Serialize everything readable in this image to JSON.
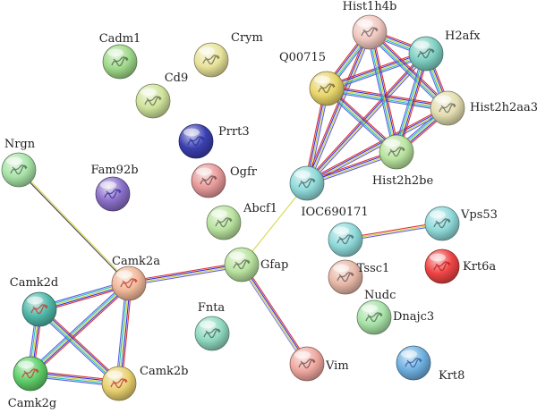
{
  "network": {
    "nodes": [
      {
        "id": "Cadm1",
        "label": "Cadm1",
        "color": "#9fd98a"
      },
      {
        "id": "Crym",
        "label": "Crym",
        "color": "#e8e39a"
      },
      {
        "id": "Cd9",
        "label": "Cd9",
        "color": "#cfe39a"
      },
      {
        "id": "Prrt3",
        "label": "Prrt3",
        "color": "#3b3fb0"
      },
      {
        "id": "Ogfr",
        "label": "Ogfr",
        "color": "#e89a9a"
      },
      {
        "id": "Nrgn",
        "label": "Nrgn",
        "color": "#a8e3a8"
      },
      {
        "id": "Fam92b",
        "label": "Fam92b",
        "color": "#8a6fc8"
      },
      {
        "id": "Abcf1",
        "label": "Abcf1",
        "color": "#b9e39f"
      },
      {
        "id": "IOC690171",
        "label": "IOC690171",
        "color": "#8fd9d9"
      },
      {
        "id": "Hist1h4b",
        "label": "Hist1h4b",
        "color": "#f0c8c0"
      },
      {
        "id": "H2afx",
        "label": "H2afx",
        "color": "#7ecfc2"
      },
      {
        "id": "Q00715",
        "label": "Q00715",
        "color": "#e8d56a"
      },
      {
        "id": "Hist2h2aa3",
        "label": "Hist2h2aa3",
        "color": "#e3ddb0"
      },
      {
        "id": "Hist2h2be",
        "label": "Hist2h2be",
        "color": "#b9e39f"
      },
      {
        "id": "Vps53",
        "label": "Vps53",
        "color": "#8fd9d9"
      },
      {
        "id": "Tssc1",
        "label": "Tssc1",
        "color": "#8fd9d9"
      },
      {
        "id": "Nudc",
        "label": "Nudc",
        "color": "#e8b8a8"
      },
      {
        "id": "Krt6a",
        "label": "Krt6a",
        "color": "#ee4444"
      },
      {
        "id": "Dnajc3",
        "label": "Dnajc3",
        "color": "#a8e3a8"
      },
      {
        "id": "Krt8",
        "label": "Krt8",
        "color": "#6fb0e0"
      },
      {
        "id": "Camk2a",
        "label": "Camk2a",
        "color": "#f0b89a"
      },
      {
        "id": "Gfap",
        "label": "Gfap",
        "color": "#b9e39f"
      },
      {
        "id": "Camk2d",
        "label": "Camk2d",
        "color": "#4fb8a8"
      },
      {
        "id": "Fnta",
        "label": "Fnta",
        "color": "#8fd9c0"
      },
      {
        "id": "Vim",
        "label": "Vim",
        "color": "#f0a8a0"
      },
      {
        "id": "Camk2g",
        "label": "Camk2g",
        "color": "#5fcf6a"
      },
      {
        "id": "Camk2b",
        "label": "Camk2b",
        "color": "#e8d070"
      }
    ],
    "edges": [
      {
        "source": "Nrgn",
        "target": "Camk2a",
        "colors": [
          "#d8d850",
          "#444444"
        ]
      },
      {
        "source": "Camk2a",
        "target": "Gfap",
        "colors": [
          "#e03030",
          "#3030e0",
          "#d0d040",
          "#6060e0"
        ]
      },
      {
        "source": "Gfap",
        "target": "IOC690171",
        "colors": [
          "#d8d850"
        ]
      },
      {
        "source": "Gfap",
        "target": "Vim",
        "colors": [
          "#e03030",
          "#3030e0",
          "#d0d040",
          "#8080e0"
        ]
      },
      {
        "source": "Camk2a",
        "target": "Camk2d",
        "colors": [
          "#e03030",
          "#3030e0",
          "#d0d040",
          "#20c0c0",
          "#6060e0"
        ]
      },
      {
        "source": "Camk2a",
        "target": "Camk2g",
        "colors": [
          "#e03030",
          "#3030e0",
          "#d0d040",
          "#20c0c0",
          "#6060e0"
        ]
      },
      {
        "source": "Camk2a",
        "target": "Camk2b",
        "colors": [
          "#e03030",
          "#3030e0",
          "#d0d040",
          "#20c0c0",
          "#6060e0"
        ]
      },
      {
        "source": "Camk2d",
        "target": "Camk2g",
        "colors": [
          "#e03030",
          "#3030e0",
          "#d0d040",
          "#20c0c0",
          "#6060e0"
        ]
      },
      {
        "source": "Camk2d",
        "target": "Camk2b",
        "colors": [
          "#e03030",
          "#3030e0",
          "#d0d040",
          "#20c0c0",
          "#6060e0"
        ]
      },
      {
        "source": "Camk2g",
        "target": "Camk2b",
        "colors": [
          "#e03030",
          "#3030e0",
          "#d0d040",
          "#20c0c0",
          "#6060e0"
        ]
      },
      {
        "source": "Tssc1",
        "target": "Vps53",
        "colors": [
          "#e03030",
          "#d0d040",
          "#6060e0"
        ]
      },
      {
        "source": "IOC690171",
        "target": "Q00715",
        "colors": [
          "#e03030",
          "#3030e0",
          "#d0d040",
          "#6060e0"
        ]
      },
      {
        "source": "IOC690171",
        "target": "Hist1h4b",
        "colors": [
          "#e03030",
          "#3030e0",
          "#d0d040",
          "#6060e0"
        ]
      },
      {
        "source": "IOC690171",
        "target": "H2afx",
        "colors": [
          "#e03030",
          "#3030e0",
          "#d0d040",
          "#6060e0"
        ]
      },
      {
        "source": "IOC690171",
        "target": "Hist2h2aa3",
        "colors": [
          "#e03030",
          "#3030e0",
          "#d0d040",
          "#6060e0"
        ]
      },
      {
        "source": "IOC690171",
        "target": "Hist2h2be",
        "colors": [
          "#e03030",
          "#3030e0",
          "#d0d040",
          "#6060e0"
        ]
      },
      {
        "source": "Q00715",
        "target": "Hist1h4b",
        "colors": [
          "#e03030",
          "#3030e0",
          "#d0d040",
          "#20c0c0",
          "#6060e0"
        ]
      },
      {
        "source": "Q00715",
        "target": "H2afx",
        "colors": [
          "#e03030",
          "#3030e0",
          "#d0d040",
          "#20c0c0",
          "#6060e0"
        ]
      },
      {
        "source": "Q00715",
        "target": "Hist2h2aa3",
        "colors": [
          "#e03030",
          "#3030e0",
          "#d0d040",
          "#20c0c0",
          "#6060e0"
        ]
      },
      {
        "source": "Q00715",
        "target": "Hist2h2be",
        "colors": [
          "#e03030",
          "#3030e0",
          "#d0d040",
          "#20c0c0",
          "#6060e0"
        ]
      },
      {
        "source": "Hist1h4b",
        "target": "H2afx",
        "colors": [
          "#e03030",
          "#3030e0",
          "#d0d040",
          "#20c0c0",
          "#6060e0"
        ]
      },
      {
        "source": "Hist1h4b",
        "target": "Hist2h2aa3",
        "colors": [
          "#e03030",
          "#3030e0",
          "#d0d040",
          "#20c0c0",
          "#6060e0"
        ]
      },
      {
        "source": "Hist1h4b",
        "target": "Hist2h2be",
        "colors": [
          "#e03030",
          "#3030e0",
          "#d0d040",
          "#20c0c0",
          "#6060e0"
        ]
      },
      {
        "source": "H2afx",
        "target": "Hist2h2aa3",
        "colors": [
          "#e03030",
          "#3030e0",
          "#d0d040",
          "#20c0c0",
          "#6060e0"
        ]
      },
      {
        "source": "H2afx",
        "target": "Hist2h2be",
        "colors": [
          "#e03030",
          "#3030e0",
          "#d0d040",
          "#20c0c0",
          "#6060e0"
        ]
      },
      {
        "source": "Hist2h2aa3",
        "target": "Hist2h2be",
        "colors": [
          "#e03030",
          "#3030e0",
          "#d0d040",
          "#20c0c0",
          "#6060e0"
        ]
      }
    ]
  }
}
